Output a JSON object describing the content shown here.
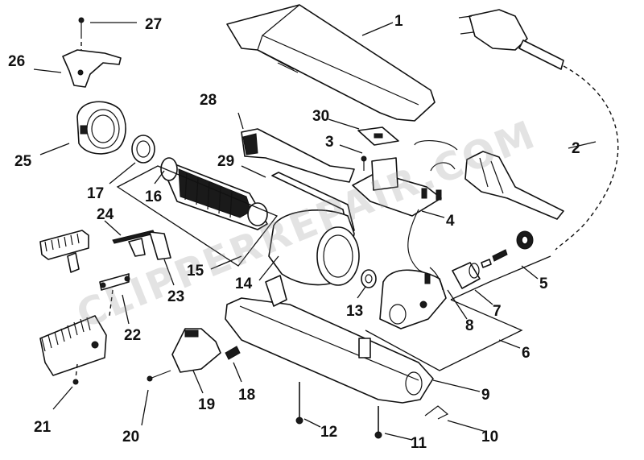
{
  "watermark": "CLIPPERREPAIR.COM",
  "colors": {
    "ink": "#111111",
    "paper": "#ffffff",
    "watermark": "#9a9a9a"
  },
  "callouts": [
    "1",
    "2",
    "3",
    "4",
    "5",
    "6",
    "7",
    "8",
    "9",
    "10",
    "11",
    "12",
    "13",
    "14",
    "15",
    "16",
    "17",
    "18",
    "19",
    "20",
    "21",
    "22",
    "23",
    "24",
    "25",
    "26",
    "27",
    "28",
    "29",
    "30"
  ]
}
